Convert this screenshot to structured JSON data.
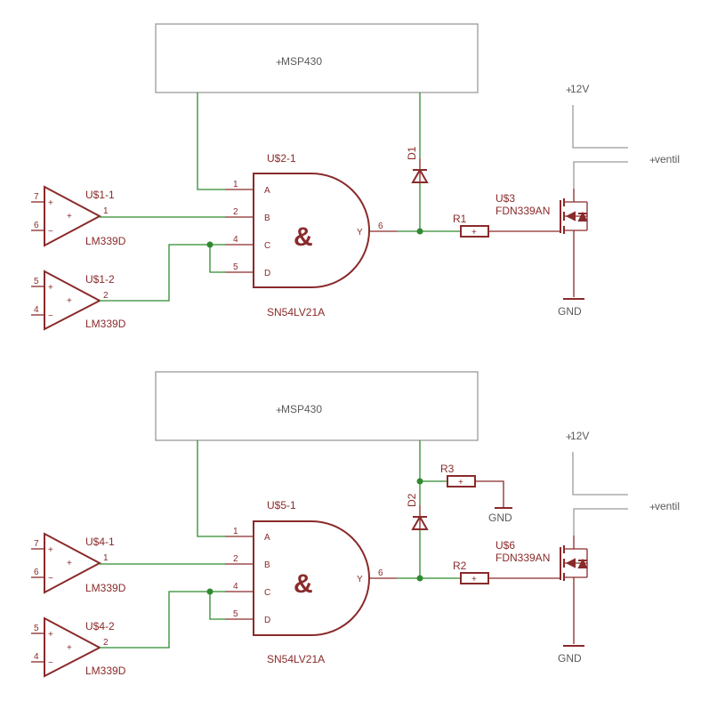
{
  "circuits": [
    {
      "mcu": "MSP430",
      "gate": {
        "ref": "U$2-1",
        "value": "SN54LV21A",
        "symbol": "&",
        "inputs": [
          "A",
          "B",
          "C",
          "D"
        ],
        "input_pins": [
          "1",
          "2",
          "4",
          "5"
        ],
        "output": "Y",
        "output_pin": "6"
      },
      "comp1": {
        "ref": "U$1-1",
        "value": "LM339D",
        "pin_plus": "7",
        "pin_minus": "6",
        "pin_out": "1"
      },
      "comp2": {
        "ref": "U$1-2",
        "value": "LM339D",
        "pin_plus": "5",
        "pin_minus": "4",
        "pin_out": "2"
      },
      "diode": "D1",
      "resistor": "R1",
      "fet": {
        "ref": "U$3",
        "value": "FDN339AN"
      },
      "supply": "12V",
      "valve": "ventil",
      "ground": "GND"
    },
    {
      "mcu": "MSP430",
      "gate": {
        "ref": "U$5-1",
        "value": "SN54LV21A",
        "symbol": "&",
        "inputs": [
          "A",
          "B",
          "C",
          "D"
        ],
        "input_pins": [
          "1",
          "2",
          "4",
          "5"
        ],
        "output": "Y",
        "output_pin": "6"
      },
      "comp1": {
        "ref": "U$4-1",
        "value": "LM339D",
        "pin_plus": "7",
        "pin_minus": "6",
        "pin_out": "1"
      },
      "comp2": {
        "ref": "U$4-2",
        "value": "LM339D",
        "pin_plus": "5",
        "pin_minus": "4",
        "pin_out": "2"
      },
      "diode": "D2",
      "resistor": "R2",
      "pulldown": {
        "ref": "R3",
        "ground": "GND"
      },
      "fet": {
        "ref": "U$6",
        "value": "FDN339AN"
      },
      "supply": "12V",
      "valve": "ventil",
      "ground": "GND"
    }
  ],
  "colors": {
    "symbol": "#8a2a2a",
    "wire": "#2f8a2f",
    "outline": "#9a9a9a",
    "background": "#ffffff"
  }
}
